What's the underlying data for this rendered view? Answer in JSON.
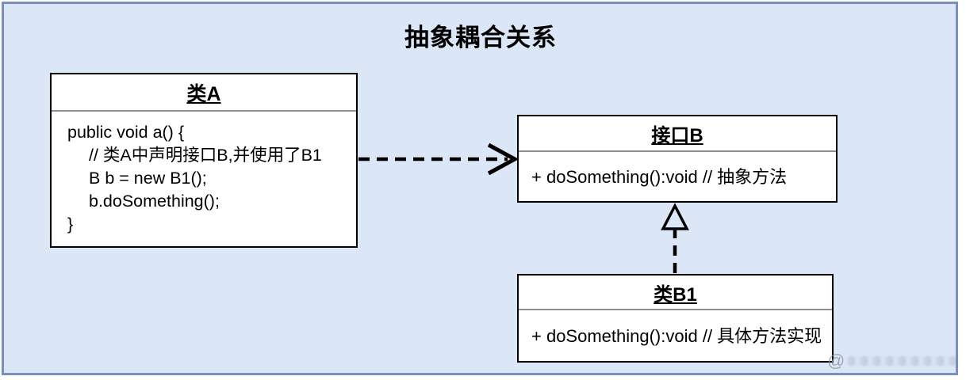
{
  "title": "抽象耦合关系",
  "colors": {
    "canvas_background": "#dbe6f7",
    "canvas_border": "#7a90ba",
    "box_border": "#000000",
    "header_separator": "#8f8f8f",
    "arrow": "#000000"
  },
  "class_a": {
    "name": "类A",
    "code": [
      "public void a() {",
      "// 类A中声明接口B,并使用了B1",
      "B b = new B1();",
      "b.doSomething();",
      "}"
    ]
  },
  "interface_b": {
    "name": "接口B",
    "member": "+ doSomething():void // 抽象方法"
  },
  "class_b1": {
    "name": "类B1",
    "member": "+ doSomething():void // 具体方法实现"
  },
  "relations": {
    "dependency": "类A --> 接口B (虚线箭头)",
    "realization": "类B1 --|> 接口B (虚线空心三角)"
  },
  "watermark": "@"
}
